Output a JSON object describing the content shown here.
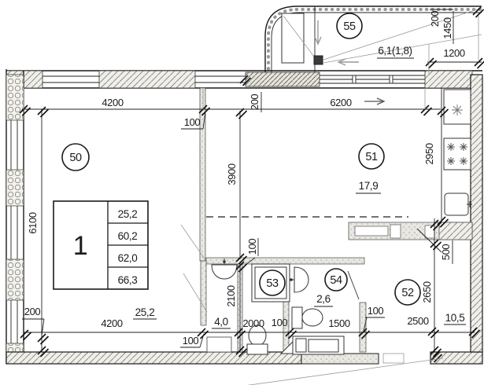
{
  "document": {
    "type": "apartment-floor-plan"
  },
  "stamp": {
    "flat_number": "1",
    "rows": [
      "25,2",
      "60,2",
      "62,0",
      "66,3"
    ]
  },
  "rooms": {
    "r50": {
      "num": "50",
      "area": "25,2"
    },
    "r51": {
      "num": "51",
      "area": "17,9"
    },
    "r52": {
      "num": "52",
      "area": "10,5"
    },
    "r53": {
      "num": "53"
    },
    "r54": {
      "num": "54",
      "area": "2,6"
    },
    "r55": {
      "num": "55",
      "area": "6,1(1,8)"
    },
    "corridor": {
      "area": "4,0"
    }
  },
  "dims": {
    "d4200_top": "4200",
    "d100_top": "100",
    "d200_top": "200",
    "d6200": "6200",
    "d200_balc": "200",
    "d1450": "1450",
    "d1200": "1200",
    "d6100": "6100",
    "d3900": "3900",
    "d2950": "2950",
    "d100_mid": "100",
    "d2100": "2100",
    "d500": "500",
    "d2650": "2650",
    "d200_botleft": "200",
    "d4200_bot": "4200",
    "d100_botleft": "100",
    "d2000": "2000",
    "d100_b1": "100",
    "d1500": "1500",
    "d100_b2": "100",
    "d2500": "2500"
  },
  "colors": {
    "line": "#1a1a1a",
    "hatch": "#8f8d88",
    "partition_fill": "#e9e7e2"
  }
}
